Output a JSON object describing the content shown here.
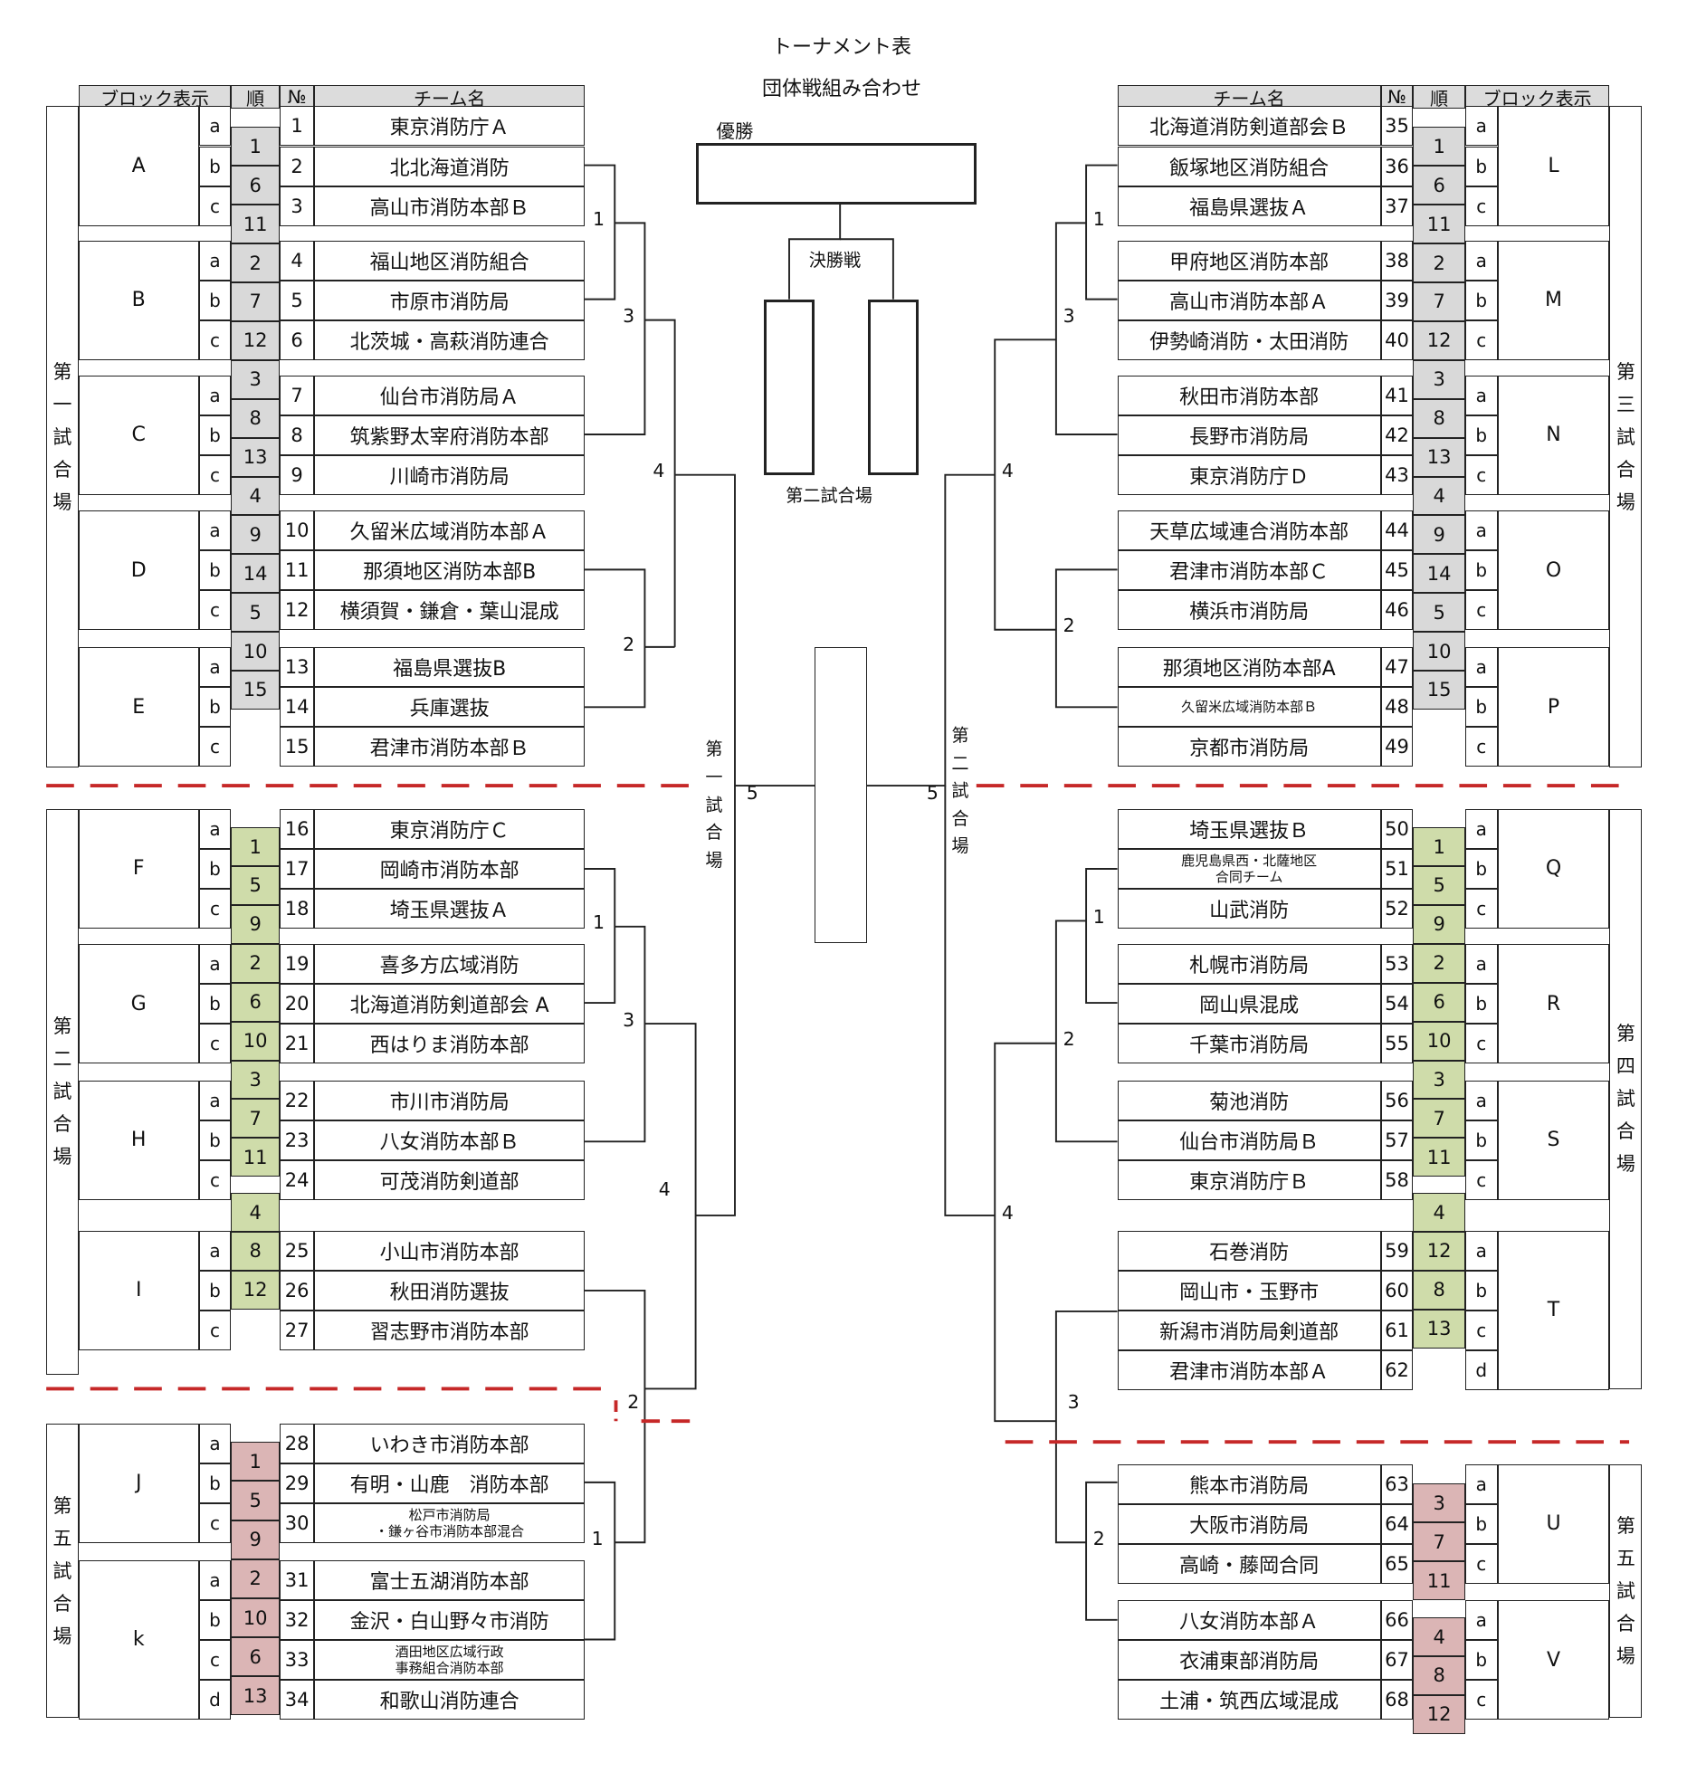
{
  "title": "トーナメント表",
  "subtitle": "団体戦組み合わせ",
  "headers": {
    "block": "ブロック表示",
    "order": "順",
    "no": "№",
    "team": "チーム名"
  },
  "champion_label": "優勝",
  "final_label": "決勝戦",
  "final_venue": "第二試合場",
  "semi_venue_left": "第\n一\n試\n合\n場",
  "semi_venue_right": "第\n二\n試\n合\n場",
  "semi_round_left": "5",
  "semi_round_right": "5",
  "left_venues": [
    {
      "label": "第\n一\n試\n合\n場"
    },
    {
      "label": "第\n二\n試\n合\n場"
    },
    {
      "label": "第\n五\n試\n合\n場"
    }
  ],
  "right_venues": [
    {
      "label": "第\n三\n試\n合\n場"
    },
    {
      "label": "第\n四\n試\n合\n場"
    },
    {
      "label": "第\n五\n試\n合\n場"
    }
  ],
  "left_blocks": [
    {
      "block": "A",
      "rows": [
        {
          "sub": "a",
          "no": "1",
          "team": "東京消防庁Ａ"
        },
        {
          "sub": "b",
          "no": "2",
          "team": "北北海道消防"
        },
        {
          "sub": "c",
          "no": "3",
          "team": "高山市消防本部Ｂ"
        }
      ]
    },
    {
      "block": "B",
      "rows": [
        {
          "sub": "a",
          "no": "4",
          "team": "福山地区消防組合"
        },
        {
          "sub": "b",
          "no": "5",
          "team": "市原市消防局"
        },
        {
          "sub": "c",
          "no": "6",
          "team": "北茨城・高萩消防連合"
        }
      ]
    },
    {
      "block": "C",
      "rows": [
        {
          "sub": "a",
          "no": "7",
          "team": "仙台市消防局Ａ"
        },
        {
          "sub": "b",
          "no": "8",
          "team": "筑紫野太宰府消防本部"
        },
        {
          "sub": "c",
          "no": "9",
          "team": "川崎市消防局"
        }
      ]
    },
    {
      "block": "D",
      "rows": [
        {
          "sub": "a",
          "no": "10",
          "team": "久留米広域消防本部Ａ"
        },
        {
          "sub": "b",
          "no": "11",
          "team": "那須地区消防本部B"
        },
        {
          "sub": "c",
          "no": "12",
          "team": "横須賀・鎌倉・葉山混成"
        }
      ]
    },
    {
      "block": "E",
      "rows": [
        {
          "sub": "a",
          "no": "13",
          "team": "福島県選抜B"
        },
        {
          "sub": "b",
          "no": "14",
          "team": "兵庫選抜"
        },
        {
          "sub": "c",
          "no": "15",
          "team": "君津市消防本部Ｂ"
        }
      ]
    },
    {
      "block": "F",
      "rows": [
        {
          "sub": "a",
          "no": "16",
          "team": "東京消防庁Ｃ"
        },
        {
          "sub": "b",
          "no": "17",
          "team": "岡崎市消防本部"
        },
        {
          "sub": "c",
          "no": "18",
          "team": "埼玉県選抜Ａ"
        }
      ]
    },
    {
      "block": "G",
      "rows": [
        {
          "sub": "a",
          "no": "19",
          "team": "喜多方広域消防"
        },
        {
          "sub": "b",
          "no": "20",
          "team": "北海道消防剣道部会 A"
        },
        {
          "sub": "c",
          "no": "21",
          "team": "西はりま消防本部"
        }
      ]
    },
    {
      "block": "H",
      "rows": [
        {
          "sub": "a",
          "no": "22",
          "team": "市川市消防局"
        },
        {
          "sub": "b",
          "no": "23",
          "team": "八女消防本部Ｂ"
        },
        {
          "sub": "c",
          "no": "24",
          "team": "可茂消防剣道部"
        }
      ]
    },
    {
      "block": "I",
      "rows": [
        {
          "sub": "a",
          "no": "25",
          "team": "小山市消防本部"
        },
        {
          "sub": "b",
          "no": "26",
          "team": "秋田消防選抜"
        },
        {
          "sub": "c",
          "no": "27",
          "team": "習志野市消防本部"
        }
      ]
    },
    {
      "block": "J",
      "rows": [
        {
          "sub": "a",
          "no": "28",
          "team": "いわき市消防本部"
        },
        {
          "sub": "b",
          "no": "29",
          "team": "有明・山鹿　消防本部"
        },
        {
          "sub": "c",
          "no": "30",
          "team": "松戸市消防局\n・鎌ヶ谷市消防本部混合"
        }
      ]
    },
    {
      "block": "k",
      "rows": [
        {
          "sub": "a",
          "no": "31",
          "team": "富士五湖消防本部"
        },
        {
          "sub": "b",
          "no": "32",
          "team": "金沢・白山野々市消防"
        },
        {
          "sub": "c",
          "no": "33",
          "team": "酒田地区広域行政\n事務組合消防本部"
        },
        {
          "sub": "d",
          "no": "34",
          "team": "和歌山消防連合"
        }
      ]
    }
  ],
  "right_blocks": [
    {
      "block": "L",
      "rows": [
        {
          "sub": "a",
          "no": "35",
          "team": "北海道消防剣道部会Ｂ"
        },
        {
          "sub": "b",
          "no": "36",
          "team": "飯塚地区消防組合"
        },
        {
          "sub": "c",
          "no": "37",
          "team": "福島県選抜Ａ"
        }
      ]
    },
    {
      "block": "M",
      "rows": [
        {
          "sub": "a",
          "no": "38",
          "team": "甲府地区消防本部"
        },
        {
          "sub": "b",
          "no": "39",
          "team": "高山市消防本部Ａ"
        },
        {
          "sub": "c",
          "no": "40",
          "team": "伊勢崎消防・太田消防"
        }
      ]
    },
    {
      "block": "N",
      "rows": [
        {
          "sub": "a",
          "no": "41",
          "team": "秋田市消防本部"
        },
        {
          "sub": "b",
          "no": "42",
          "team": "長野市消防局"
        },
        {
          "sub": "c",
          "no": "43",
          "team": "東京消防庁Ｄ"
        }
      ]
    },
    {
      "block": "O",
      "rows": [
        {
          "sub": "a",
          "no": "44",
          "team": "天草広域連合消防本部"
        },
        {
          "sub": "b",
          "no": "45",
          "team": "君津市消防本部Ｃ"
        },
        {
          "sub": "c",
          "no": "46",
          "team": "横浜市消防局"
        }
      ]
    },
    {
      "block": "P",
      "rows": [
        {
          "sub": "a",
          "no": "47",
          "team": "那須地区消防本部A"
        },
        {
          "sub": "b",
          "no": "48",
          "team": "久留米広域消防本部Ｂ"
        },
        {
          "sub": "c",
          "no": "49",
          "team": "京都市消防局"
        }
      ]
    },
    {
      "block": "Q",
      "rows": [
        {
          "sub": "a",
          "no": "50",
          "team": "埼玉県選抜Ｂ"
        },
        {
          "sub": "b",
          "no": "51",
          "team": "鹿児島県西・北薩地区\n合同チーム"
        },
        {
          "sub": "c",
          "no": "52",
          "team": "山武消防"
        }
      ]
    },
    {
      "block": "R",
      "rows": [
        {
          "sub": "a",
          "no": "53",
          "team": "札幌市消防局"
        },
        {
          "sub": "b",
          "no": "54",
          "team": "岡山県混成"
        },
        {
          "sub": "c",
          "no": "55",
          "team": "千葉市消防局"
        }
      ]
    },
    {
      "block": "S",
      "rows": [
        {
          "sub": "a",
          "no": "56",
          "team": "菊池消防"
        },
        {
          "sub": "b",
          "no": "57",
          "team": "仙台市消防局Ｂ"
        },
        {
          "sub": "c",
          "no": "58",
          "team": "東京消防庁Ｂ"
        }
      ]
    },
    {
      "block": "T",
      "rows": [
        {
          "sub": "a",
          "no": "59",
          "team": "石巻消防"
        },
        {
          "sub": "b",
          "no": "60",
          "team": "岡山市・玉野市"
        },
        {
          "sub": "c",
          "no": "61",
          "team": "新潟市消防局剣道部"
        },
        {
          "sub": "d",
          "no": "62",
          "team": "君津市消防本部Ａ"
        }
      ]
    },
    {
      "block": "U",
      "rows": [
        {
          "sub": "a",
          "no": "63",
          "team": "熊本市消防局"
        },
        {
          "sub": "b",
          "no": "64",
          "team": "大阪市消防局"
        },
        {
          "sub": "c",
          "no": "65",
          "team": "高崎・藤岡合同"
        }
      ]
    },
    {
      "block": "V",
      "rows": [
        {
          "sub": "a",
          "no": "66",
          "team": "八女消防本部Ａ"
        },
        {
          "sub": "b",
          "no": "67",
          "team": "衣浦東部消防局"
        },
        {
          "sub": "c",
          "no": "68",
          "team": "土浦・筑西広域混成"
        }
      ]
    }
  ],
  "left_order_groups": [
    {
      "color": "#d9d9d9",
      "values": [
        "1",
        "6",
        "11",
        "2",
        "7",
        "12",
        "3",
        "8",
        "13",
        "4",
        "9",
        "14",
        "5",
        "10",
        "15"
      ]
    },
    {
      "color": "#cfdcaa",
      "values": [
        "1",
        "5",
        "9",
        "2",
        "6",
        "10",
        "3",
        "7",
        "11",
        "4",
        "8",
        "12"
      ]
    },
    {
      "color": "#dbb5b5",
      "values": [
        "1",
        "5",
        "9",
        "2",
        "10",
        "6",
        "13"
      ]
    }
  ],
  "right_order_groups": [
    {
      "color": "#d9d9d9",
      "values": [
        "1",
        "6",
        "11",
        "2",
        "7",
        "12",
        "3",
        "8",
        "13",
        "4",
        "9",
        "14",
        "5",
        "10",
        "15"
      ]
    },
    {
      "color": "#cfdcaa",
      "values": [
        "1",
        "5",
        "9",
        "2",
        "6",
        "10",
        "3",
        "7",
        "11",
        "4",
        "12",
        "8",
        "13"
      ]
    },
    {
      "color": "#dbb5b5",
      "values": [
        "3",
        "7",
        "11",
        "4",
        "8",
        "12"
      ]
    }
  ],
  "round_labels_left": [
    "1",
    "3",
    "4",
    "2",
    "5",
    "1",
    "3",
    "4",
    "2",
    "1"
  ],
  "round_labels_right": [
    "1",
    "3",
    "4",
    "2",
    "5",
    "1",
    "2",
    "4",
    "3",
    "2"
  ],
  "colors": {
    "line": "#222222",
    "divider": "#c62828",
    "header": "#dcdcdc"
  }
}
